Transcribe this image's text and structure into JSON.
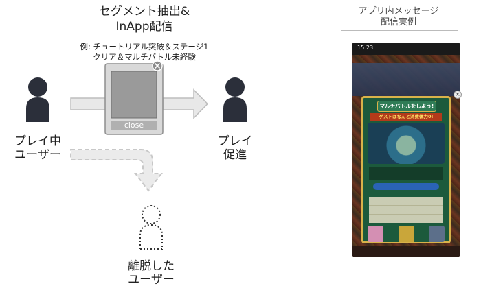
{
  "diagram": {
    "title_line1": "セグメント抽出&",
    "title_line2": "InApp配信",
    "condition_line1": "例: チュートリアル突破＆ステージ1",
    "condition_line2": "クリア＆マルチバトル未経験",
    "close_label": "close",
    "playing_user_line1": "プレイ中",
    "playing_user_line2": "ユーザー",
    "promote_line1": "プレイ",
    "promote_line2": "促進",
    "churned_line1": "離脱した",
    "churned_line2": "ユーザー"
  },
  "example": {
    "title_line1": "アプリ内メッセージ",
    "title_line2": "配信実例",
    "status_time": "15:23",
    "popup_title": "マルチバトルをしよう!",
    "popup_banner": "ゲストはなんと消費体力0!"
  },
  "colors": {
    "person": "#2b2f3a",
    "arrow_fill": "#e8e8e8",
    "arrow_stroke": "#bdbdbd",
    "modal_frame": "#d9d9d9",
    "modal_screen": "#9a9a9a",
    "dashed": "#c8c8c8",
    "dotted_person": "#333333"
  }
}
